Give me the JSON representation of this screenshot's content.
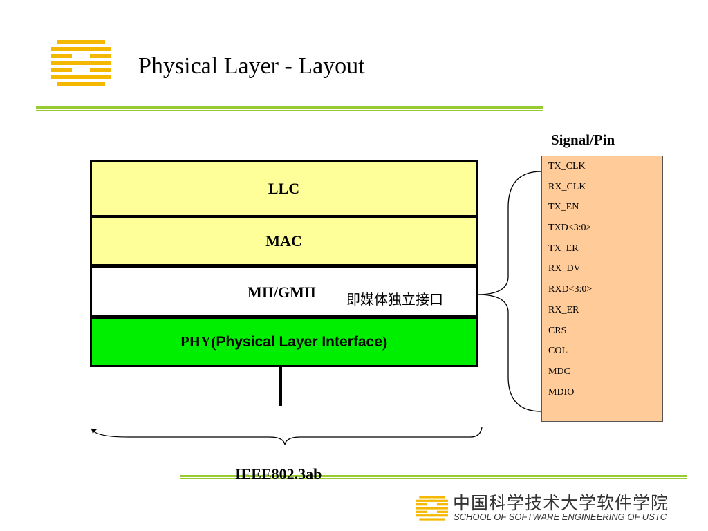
{
  "header": {
    "title": "Physical Layer - Layout"
  },
  "layers": {
    "llc": "LLC",
    "mac": "MAC",
    "mii": "MII/GMII",
    "mii_note": "即媒体独立接口",
    "phy": "PHY",
    "phy_open": " (",
    "phy_sub": "Physical Layer Interface",
    "phy_close": " )"
  },
  "signals": {
    "title": "Signal/Pin",
    "items": [
      "TX_CLK",
      "RX_CLK",
      "TX_EN",
      "TXD<3:0>",
      "TX_ER",
      "RX_DV",
      "RXD<3:0>",
      "RX_ER",
      "CRS",
      "COL",
      "MDC",
      "MDIO"
    ]
  },
  "standard": {
    "label": "IEEE802.3ab"
  },
  "footer": {
    "school_cn": "中国科学技术大学软件学院",
    "school_en": "SCHOOL OF SOFTWARE ENGINEERING OF USTC"
  },
  "colors": {
    "logo": "#f5b800",
    "rule": "#99cc33",
    "llc_mac_fill": "#ffff99",
    "phy_fill": "#00ee00",
    "signal_fill": "#ffcc99"
  }
}
